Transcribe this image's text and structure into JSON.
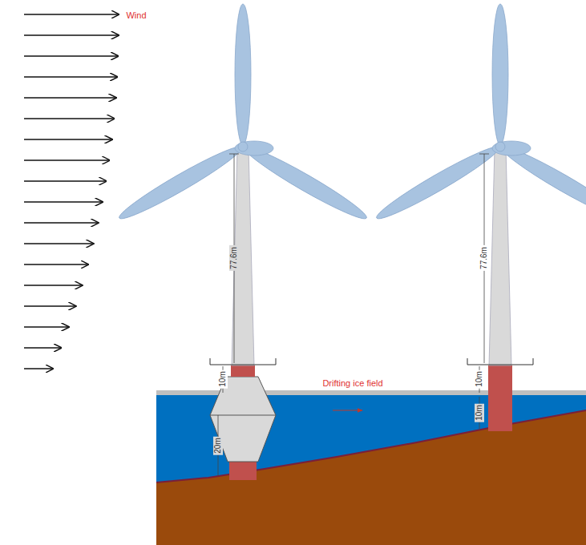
{
  "diagram": {
    "labels": [
      "Wind",
      "77.6m",
      "10m",
      "20m",
      "Drifting ice field",
      "77.6m",
      "10m",
      "10m"
    ]
  }
}
